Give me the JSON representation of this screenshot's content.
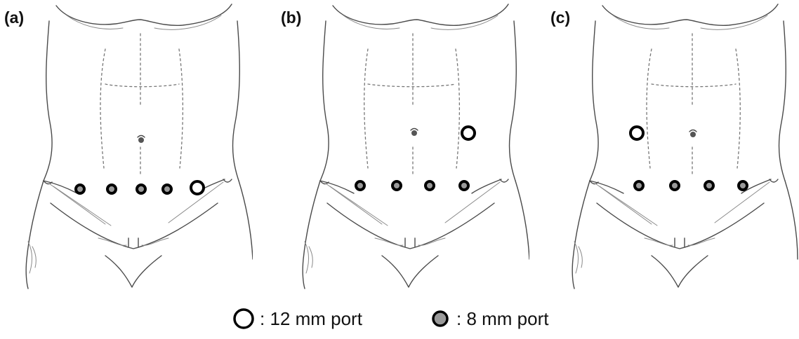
{
  "panels": [
    {
      "label": "(a)",
      "ports": [
        {
          "type": "8mm"
        },
        {
          "type": "8mm"
        },
        {
          "type": "8mm"
        },
        {
          "type": "8mm"
        },
        {
          "type": "12mm"
        }
      ]
    },
    {
      "label": "(b)",
      "ports": [
        {
          "type": "12mm"
        },
        {
          "type": "8mm"
        },
        {
          "type": "8mm"
        },
        {
          "type": "8mm"
        },
        {
          "type": "8mm"
        }
      ]
    },
    {
      "label": "(c)",
      "ports": [
        {
          "type": "12mm"
        },
        {
          "type": "8mm"
        },
        {
          "type": "8mm"
        },
        {
          "type": "8mm"
        },
        {
          "type": "8mm"
        }
      ]
    }
  ],
  "legend": {
    "port12_label": ": 12 mm port",
    "port8_label": ": 8 mm port"
  },
  "colors": {
    "port12_fill": "#ffffff",
    "port8_fill": "#9a9a9a",
    "outline": "#4a4a4a"
  },
  "icons": {
    "port12": "open-circle-icon",
    "port8": "grey-filled-circle-icon"
  }
}
